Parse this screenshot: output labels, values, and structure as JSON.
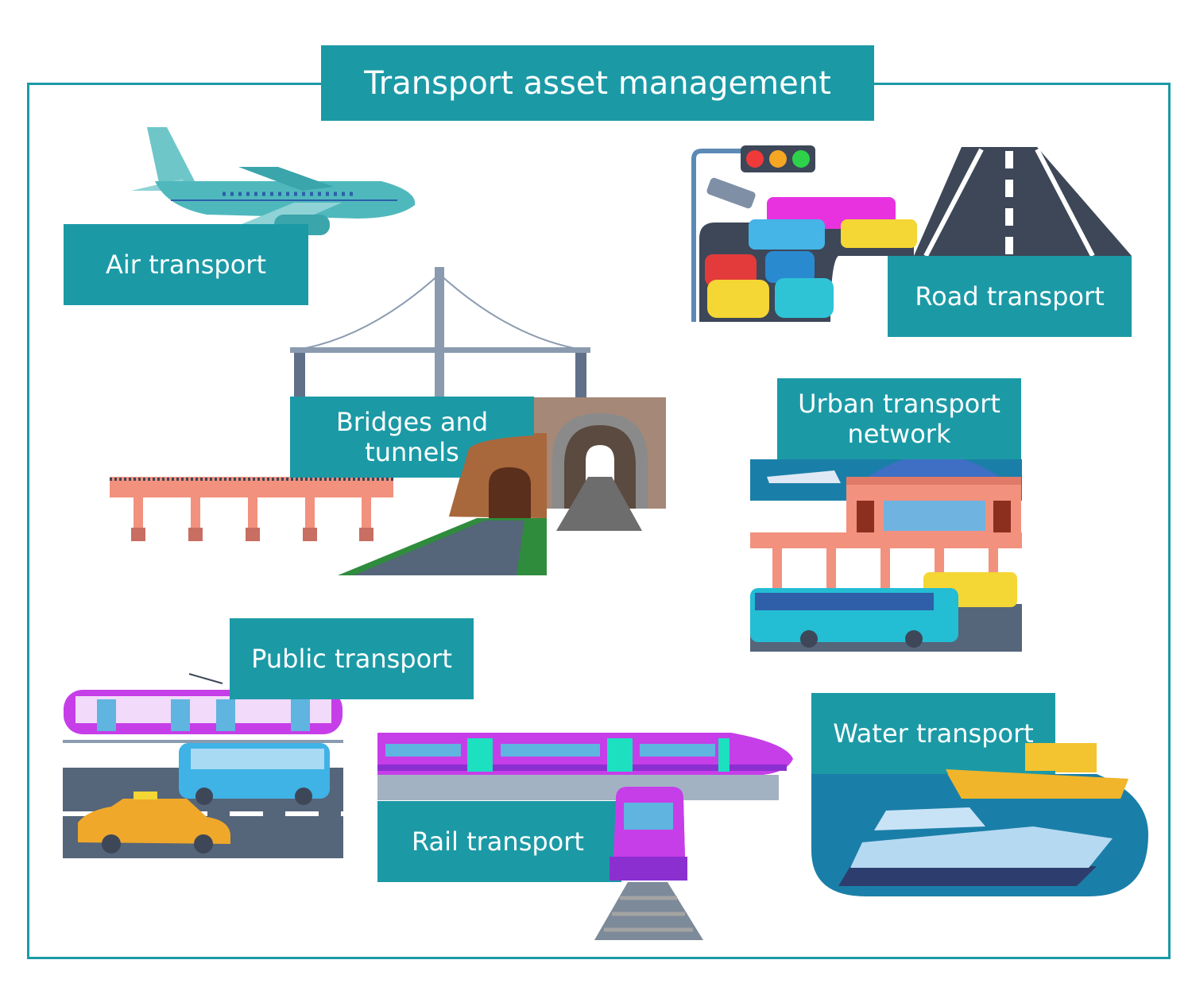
{
  "title": "Transport asset management",
  "categories": {
    "air": "Air transport",
    "road": "Road transport",
    "bridges": "Bridges and tunnels",
    "urban": "Urban transport network",
    "public": "Public transport",
    "rail": "Rail transport",
    "water": "Water transport"
  },
  "colors": {
    "accent": "#1b9aa6"
  }
}
